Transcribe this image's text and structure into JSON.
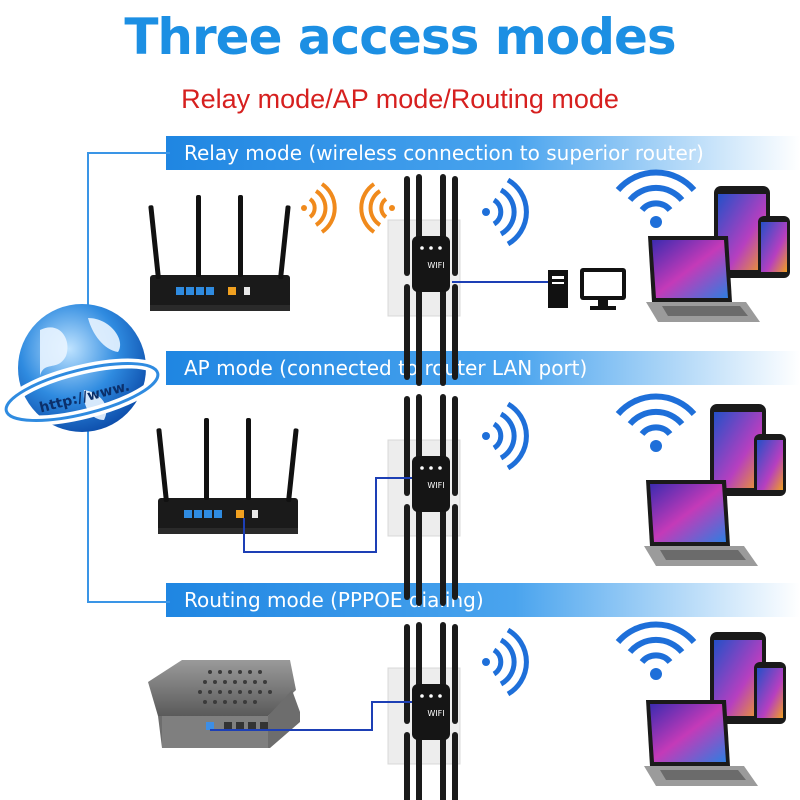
{
  "title": "Three access modes",
  "subtitle": "Relay mode/AP mode/Routing mode",
  "globe_label": "http://www.",
  "device_label": "WIFI",
  "colors": {
    "title": "#1c8fe3",
    "subtitle": "#d6201f",
    "band": "#1f86e2",
    "signal_blue": "#1e6fd9",
    "signal_orange": "#f08a1c"
  },
  "modes": [
    {
      "label": "Relay mode (wireless connection to superior router)"
    },
    {
      "label": "AP mode (connected to router LAN port)"
    },
    {
      "label": "Routing mode (PPPOE dialing)"
    }
  ]
}
